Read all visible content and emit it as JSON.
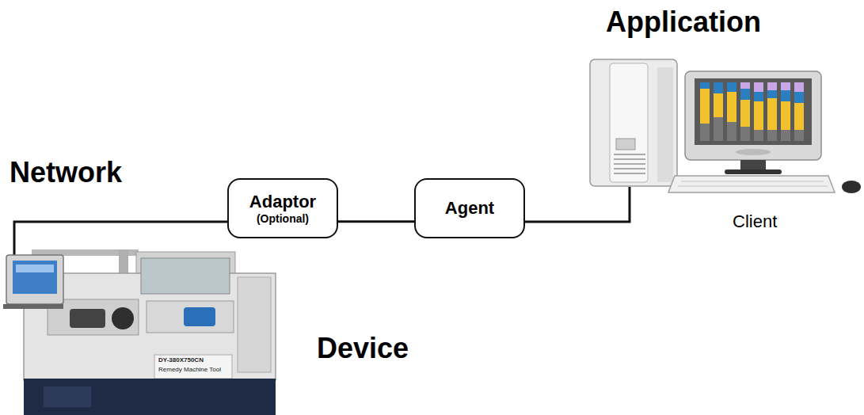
{
  "diagram": {
    "nodes": [
      {
        "text": [
          "Adaptor",
          "(Optional)"
        ]
      },
      {
        "text": [
          "Agent"
        ]
      }
    ],
    "edges": [
      {
        "from": 0,
        "to": 1,
        "arrow": "none"
      }
    ],
    "labels": [
      "Application",
      "Network",
      "Client",
      "Device",
      "DY-380X750CN",
      "Remedy Machine Tool"
    ]
  }
}
